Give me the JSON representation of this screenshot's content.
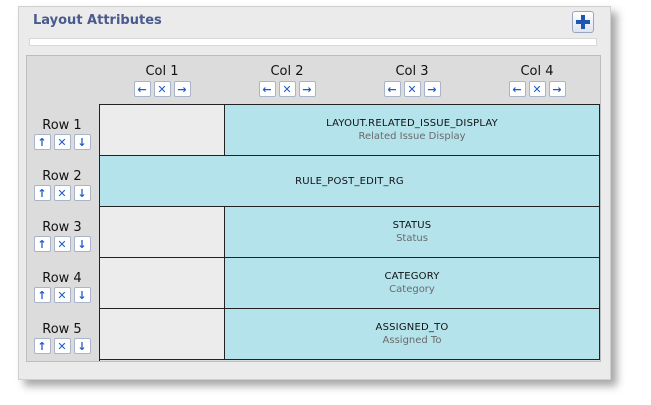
{
  "panel": {
    "title": "Layout Attributes"
  },
  "columns": [
    {
      "label": "Col 1"
    },
    {
      "label": "Col 2"
    },
    {
      "label": "Col 3"
    },
    {
      "label": "Col 4"
    }
  ],
  "rows": [
    {
      "label": "Row 1"
    },
    {
      "label": "Row 2"
    },
    {
      "label": "Row 3"
    },
    {
      "label": "Row 4"
    },
    {
      "label": "Row 5"
    }
  ],
  "cells": [
    {
      "name": "LAYOUT.RELATED_ISSUE_DISPLAY",
      "sub": "Related Issue Display"
    },
    {
      "name": "RULE_POST_EDIT_RG",
      "sub": ""
    },
    {
      "name": "STATUS",
      "sub": "Status"
    },
    {
      "name": "CATEGORY",
      "sub": "Category"
    },
    {
      "name": "ASSIGNED_TO",
      "sub": "Assigned To"
    }
  ],
  "icons": {
    "add": "plus-icon",
    "left": "arrow-left-icon",
    "remove": "x-icon",
    "right": "arrow-right-icon",
    "up": "arrow-up-icon",
    "down": "arrow-down-icon"
  },
  "colors": {
    "title": "#4a5a8c",
    "icon": "#1e5cc7",
    "filled_cell": "#b5e3ec",
    "empty_cell": "#ececec"
  }
}
